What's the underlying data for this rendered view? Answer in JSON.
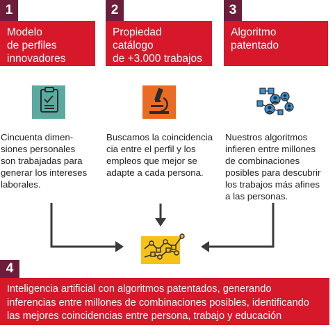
{
  "steps": [
    {
      "number": "1",
      "title_lines": [
        "Modelo",
        "de perfiles",
        "innovadores"
      ],
      "icon": "clipboard-icon",
      "icon_color": "#5aaaa2",
      "description_lines": [
        "Cincuenta dimen-",
        "siones personales",
        "son trabajadas para",
        "generar los intereses",
        "laborales."
      ]
    },
    {
      "number": "2",
      "title_lines": [
        "Propiedad catálogo",
        "de +3.000 trabajos",
        "futuros"
      ],
      "icon": "microscope-icon",
      "icon_color": "#ec6b22",
      "description_lines": [
        "Buscamos la coincidencia",
        "cia entre el perfil y los",
        "empleos que mejor se",
        "adapte a cada persona."
      ]
    },
    {
      "number": "3",
      "title_lines": [
        "Algoritmo",
        "patentado"
      ],
      "icon": "network-people-icon",
      "icon_color": "#3d8fd1",
      "description_lines": [
        "Nuestros algoritmos",
        "infieren entre millones",
        "de combinaciones",
        "posibles para descubrir",
        "los trabajos más afines",
        "a las personas."
      ]
    }
  ],
  "result": {
    "number": "4",
    "icon": "line-chart-icon",
    "icon_color": "#f6c21a",
    "text_lines": [
      "Inteligencia artificial con algoritmos patentados, generando",
      "inferencias entre millones de combinaciones posibles, identificando",
      "las mejores coincidencias entre persona, trabajo y educación"
    ]
  },
  "colors": {
    "red": "#d7182a",
    "maroon": "#6d1d3a",
    "arrow": "#3a3a3a"
  }
}
